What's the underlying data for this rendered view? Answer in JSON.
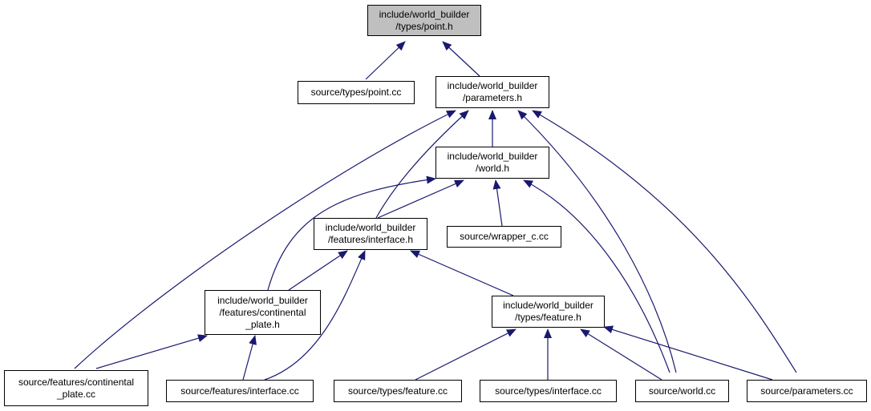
{
  "colors": {
    "edge": "#191970",
    "root_fill": "#bfbfbf",
    "node_fill": "#ffffff",
    "border": "#000000"
  },
  "nodes": {
    "point_h": {
      "lines": [
        "include/world_builder",
        "/types/point.h"
      ]
    },
    "point_cc": {
      "lines": [
        "source/types/point.cc"
      ]
    },
    "parameters_h": {
      "lines": [
        "include/world_builder",
        "/parameters.h"
      ]
    },
    "world_h": {
      "lines": [
        "include/world_builder",
        "/world.h"
      ]
    },
    "wrapper_cc": {
      "lines": [
        "source/wrapper_c.cc"
      ]
    },
    "finterface_h": {
      "lines": [
        "include/world_builder",
        "/features/interface.h"
      ]
    },
    "cplate_h": {
      "lines": [
        "include/world_builder",
        "/features/continental",
        "_plate.h"
      ]
    },
    "feature_h": {
      "lines": [
        "include/world_builder",
        "/types/feature.h"
      ]
    },
    "cplate_cc": {
      "lines": [
        "source/features/continental",
        "_plate.cc"
      ]
    },
    "finterface_cc": {
      "lines": [
        "source/features/interface.cc"
      ]
    },
    "feature_cc": {
      "lines": [
        "source/types/feature.cc"
      ]
    },
    "tinterface_cc": {
      "lines": [
        "source/types/interface.cc"
      ]
    },
    "world_cc": {
      "lines": [
        "source/world.cc"
      ]
    },
    "parameters_cc": {
      "lines": [
        "source/parameters.cc"
      ]
    }
  }
}
